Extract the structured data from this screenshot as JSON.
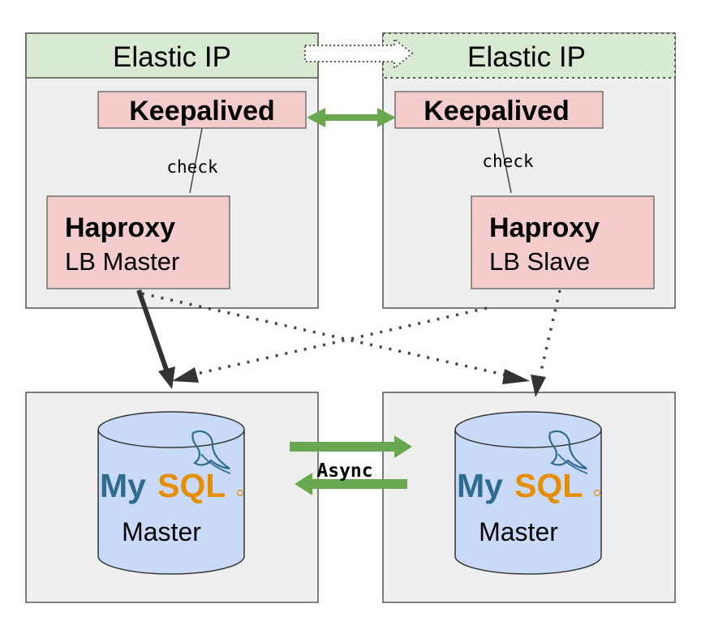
{
  "left_server": {
    "elastic_ip": "Elastic IP",
    "keepalived": "Keepalived",
    "check": "check",
    "haproxy_title": "Haproxy",
    "haproxy_role": "LB Master"
  },
  "right_server": {
    "elastic_ip": "Elastic IP",
    "keepalived": "Keepalived",
    "check": "check",
    "haproxy_title": "Haproxy",
    "haproxy_role": "LB Slave"
  },
  "left_db": {
    "logo_my": "My",
    "logo_sql": "SQL",
    "role": "Master"
  },
  "right_db": {
    "logo_my": "My",
    "logo_sql": "SQL",
    "role": "Master"
  },
  "replication": {
    "label": "Async"
  },
  "colors": {
    "panel_fill": "#efefef",
    "elastic_ip_fill": "#d9ead3",
    "component_fill": "#f4cccc",
    "db_fill": "#c9daf8",
    "link_green": "#6aa84f",
    "mysql_blue": "#2e6b8e",
    "mysql_orange": "#e48e00"
  }
}
